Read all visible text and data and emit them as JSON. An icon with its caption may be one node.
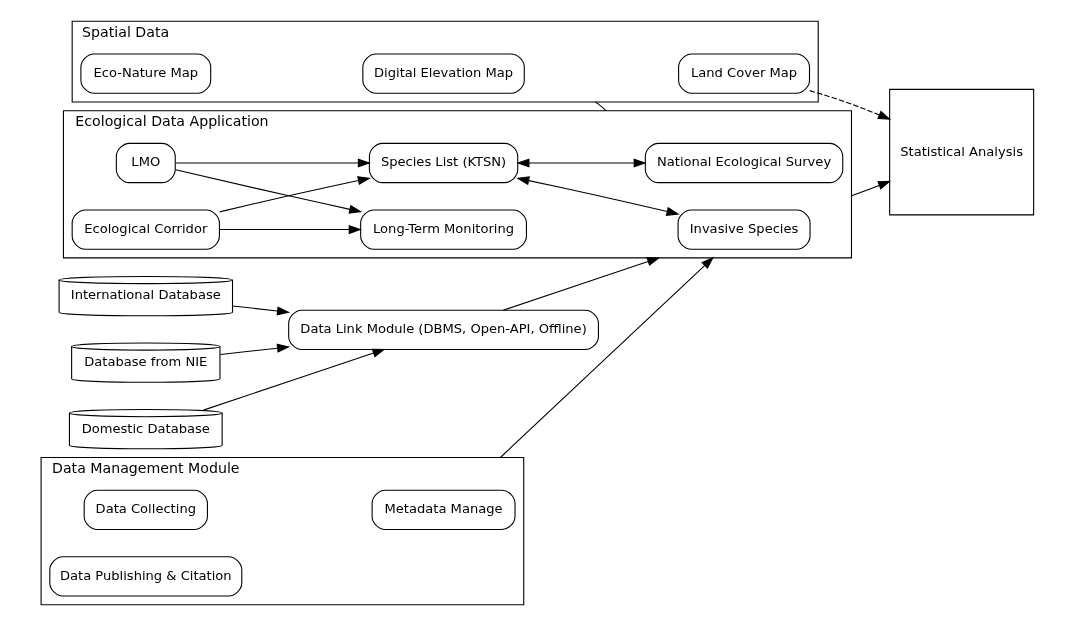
{
  "diagram": {
    "nodes": [
      {
        "text": [
          "Spatial Data"
        ]
      },
      {
        "text": [
          "Eco-Nature Map"
        ],
        "in": 0
      },
      {
        "text": [
          "Digital Elevation Map"
        ],
        "in": 0
      },
      {
        "text": [
          "Land Cover Map"
        ],
        "in": 0
      },
      {
        "text": [
          "Database from NIE"
        ]
      },
      {
        "text": [
          "Domestic Database"
        ]
      },
      {
        "text": [
          "International Database"
        ]
      },
      {
        "text": [
          "Data Link Module (DBMS, Open-API, Offline)"
        ]
      },
      {
        "text": [
          "Ecological Data Application"
        ]
      },
      {
        "text": [
          "LMO"
        ],
        "in": 8
      },
      {
        "text": [
          "Long-Term Monitoring"
        ],
        "in": 8
      },
      {
        "text": [
          "Ecological Corridor"
        ],
        "in": 8
      },
      {
        "text": [
          "Invasive Species"
        ],
        "in": 8
      },
      {
        "text": [
          "National Ecological Survey"
        ],
        "in": 8
      },
      {
        "text": [
          "Species List (KTSN)"
        ],
        "in": 8
      },
      {
        "text": [
          "Statistical Analysis"
        ]
      },
      {
        "text": [
          "Data Management Module"
        ]
      },
      {
        "text": [
          "Data Collecting"
        ],
        "in": 16
      },
      {
        "text": [
          "Metadata Manage"
        ],
        "in": 16
      },
      {
        "text": [
          "Data Publishing & Citation"
        ],
        "in": 16
      }
    ],
    "edges": [
      {
        "from": 4,
        "to": 7,
        "arrow": "to"
      },
      {
        "from": 5,
        "to": 7,
        "arrow": "to"
      },
      {
        "from": 6,
        "to": 7,
        "arrow": "to"
      },
      {
        "from": 7,
        "to": 8,
        "arrow": "to"
      },
      {
        "from": 0,
        "to": 8,
        "arrow": "none"
      },
      {
        "from": 3,
        "to": 15,
        "arrow": "to",
        "style": "dashed"
      },
      {
        "from": 8,
        "to": 15,
        "arrow": "to"
      },
      {
        "from": 16,
        "to": 8,
        "arrow": "to"
      },
      {
        "from": 9,
        "to": 10,
        "arrow": "to"
      },
      {
        "from": 9,
        "to": 14,
        "arrow": "to"
      },
      {
        "from": 11,
        "to": 10,
        "arrow": "to"
      },
      {
        "from": 11,
        "to": 14,
        "arrow": "to"
      },
      {
        "from": 14,
        "to": 12,
        "arrow": "both"
      },
      {
        "from": 14,
        "to": 13,
        "arrow": "both"
      }
    ]
  }
}
